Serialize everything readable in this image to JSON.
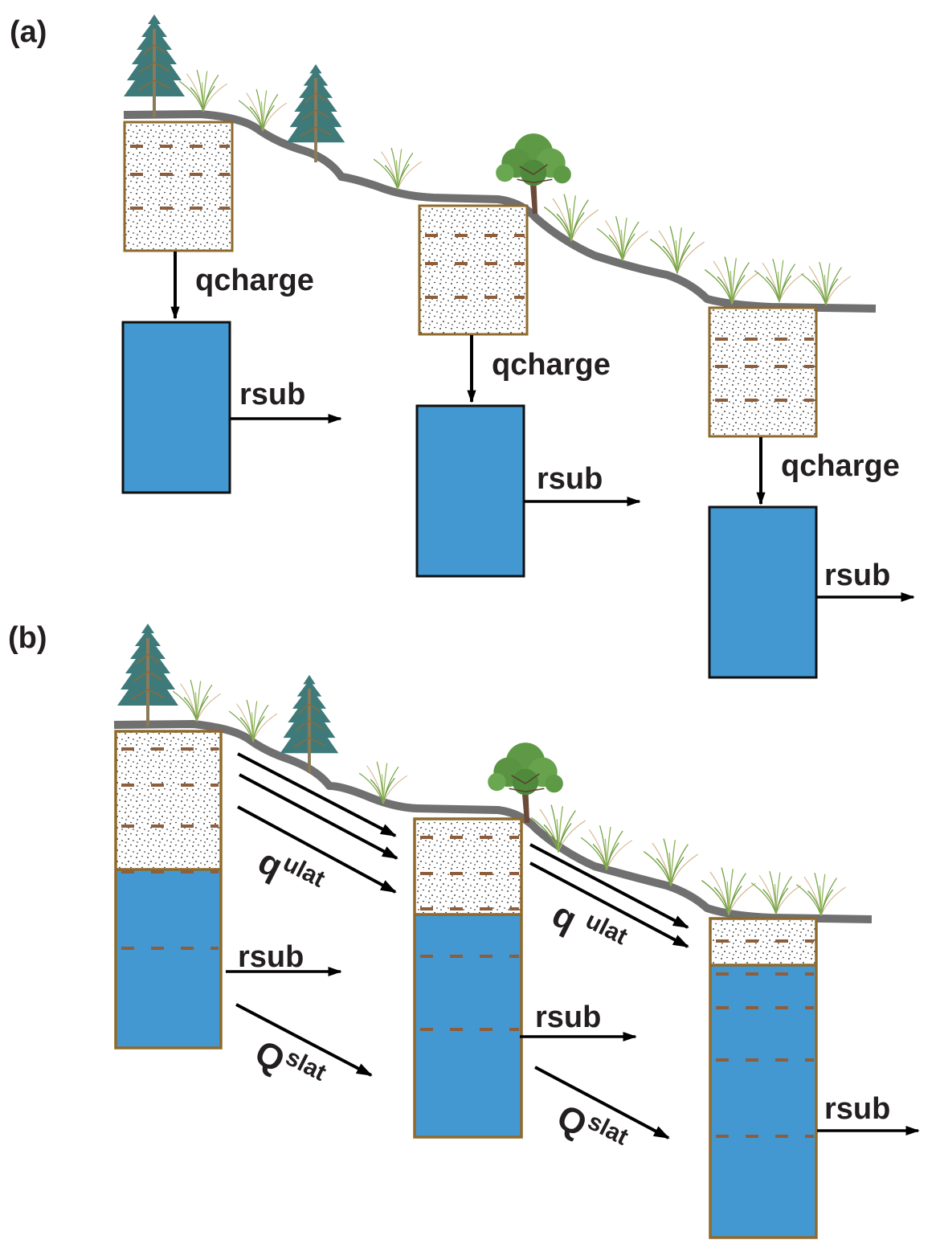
{
  "colors": {
    "soil_border": "#8f6a2c",
    "layer_dash": "#8c5e3c",
    "groundwater": "#4398d2",
    "terrain": "#707070",
    "arrow": "#000000",
    "text": "#231f20",
    "conifer": "#3f7a7a",
    "broadleaf": "#5e9a45",
    "grass": "#7aa84a"
  },
  "panel_a": {
    "label": "(a)",
    "columns": [
      {
        "name": "upslope",
        "flux_vertical": "qcharge",
        "flux_horizontal": "rsub"
      },
      {
        "name": "midslope",
        "flux_vertical": "qcharge",
        "flux_horizontal": "rsub"
      },
      {
        "name": "downslope",
        "flux_vertical": "qcharge",
        "flux_horizontal": "rsub"
      }
    ]
  },
  "panel_b": {
    "label": "(b)",
    "columns": [
      {
        "name": "upslope",
        "flux_horizontal": "rsub",
        "lateral_unsat": {
          "base": "q",
          "sup": "ulat"
        },
        "lateral_sat": {
          "base": "Q",
          "sup": "slat"
        }
      },
      {
        "name": "midslope",
        "flux_horizontal": "rsub",
        "lateral_unsat": {
          "base": "q",
          "sup": "ulat"
        },
        "lateral_sat": {
          "base": "Q",
          "sup": "slat"
        }
      },
      {
        "name": "downslope",
        "flux_horizontal": "rsub"
      }
    ]
  }
}
